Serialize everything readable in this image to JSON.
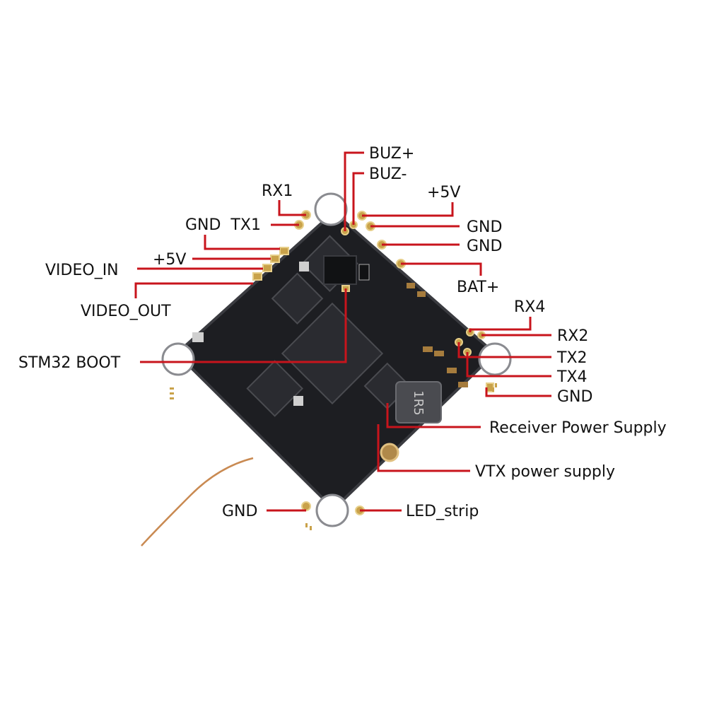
{
  "colors": {
    "board": "#1d1e22",
    "board_edge": "#3a3b40",
    "gold": "#c9a24a",
    "leader": "#c8141c",
    "text": "#111111",
    "antenna": "#c98a52"
  },
  "labels": {
    "buz_plus": "BUZ+",
    "buz_minus": "BUZ-",
    "rx1": "RX1",
    "plus5v_right": "+5V",
    "gnd_tx1": "GND  TX1",
    "gnd_right_1": "GND",
    "gnd_right_2": "GND",
    "plus5v_left": "+5V",
    "video_in": "VIDEO_IN",
    "bat_plus": "BAT+",
    "video_out": "VIDEO_OUT",
    "rx4": "RX4",
    "rx2": "RX2",
    "tx2": "TX2",
    "stm32_boot": "STM32 BOOT",
    "tx4": "TX4",
    "gnd_right_3": "GND",
    "receiver_power": "Receiver Power Supply",
    "vtx_power": "VTX power supply",
    "gnd_bottom": "GND",
    "led_strip": "LED_strip"
  },
  "board": {
    "inductor_marking": "1R5"
  }
}
